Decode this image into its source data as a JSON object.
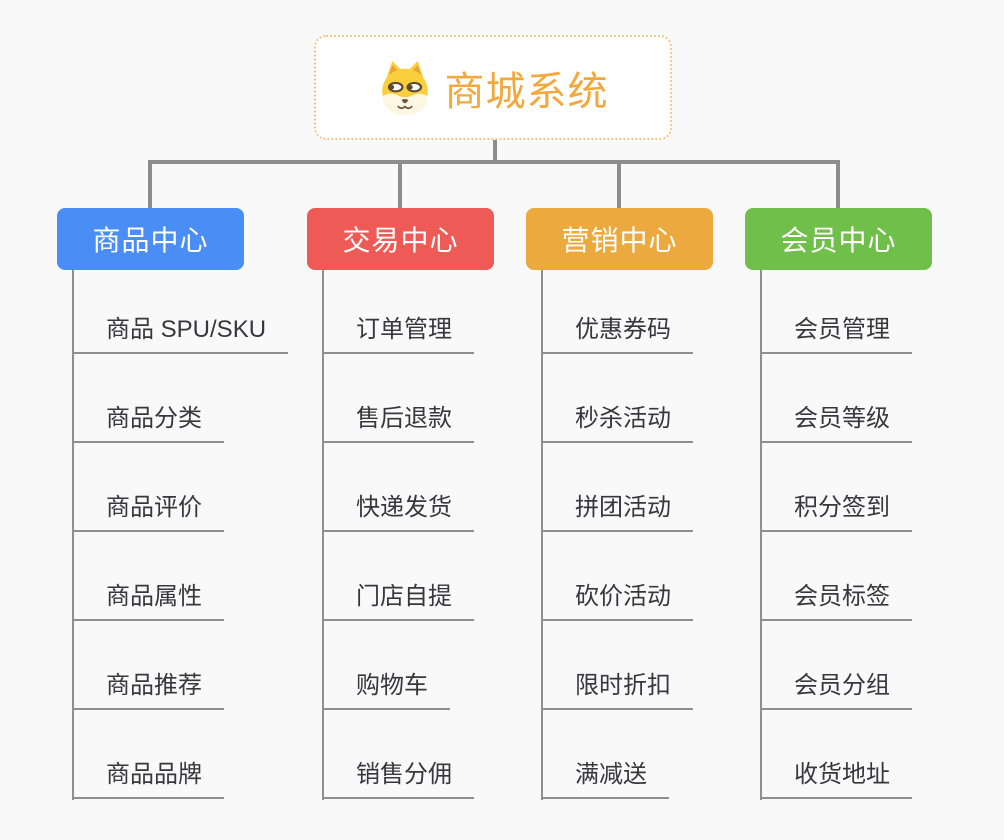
{
  "root": {
    "title": "商城系统",
    "icon": "dog-face-icon",
    "title_color": "#f2a83c",
    "border_color": "#f3c784"
  },
  "colors": {
    "background": "#f9f9f9",
    "connector": "#8d8d8d",
    "leaf_text": "#37373d",
    "node_text": "#ffffff"
  },
  "branches": [
    {
      "label": "商品中心",
      "color": "#4a8df5",
      "children": [
        "商品 SPU/SKU",
        "商品分类",
        "商品评价",
        "商品属性",
        "商品推荐",
        "商品品牌"
      ]
    },
    {
      "label": "交易中心",
      "color": "#ee5a55",
      "children": [
        "订单管理",
        "售后退款",
        "快递发货",
        "门店自提",
        "购物车",
        "销售分佣"
      ]
    },
    {
      "label": "营销中心",
      "color": "#eca93d",
      "children": [
        "优惠券码",
        "秒杀活动",
        "拼团活动",
        "砍价活动",
        "限时折扣",
        "满减送"
      ]
    },
    {
      "label": "会员中心",
      "color": "#70bf4b",
      "children": [
        "会员管理",
        "会员等级",
        "积分签到",
        "会员标签",
        "会员分组",
        "收货地址"
      ]
    }
  ]
}
